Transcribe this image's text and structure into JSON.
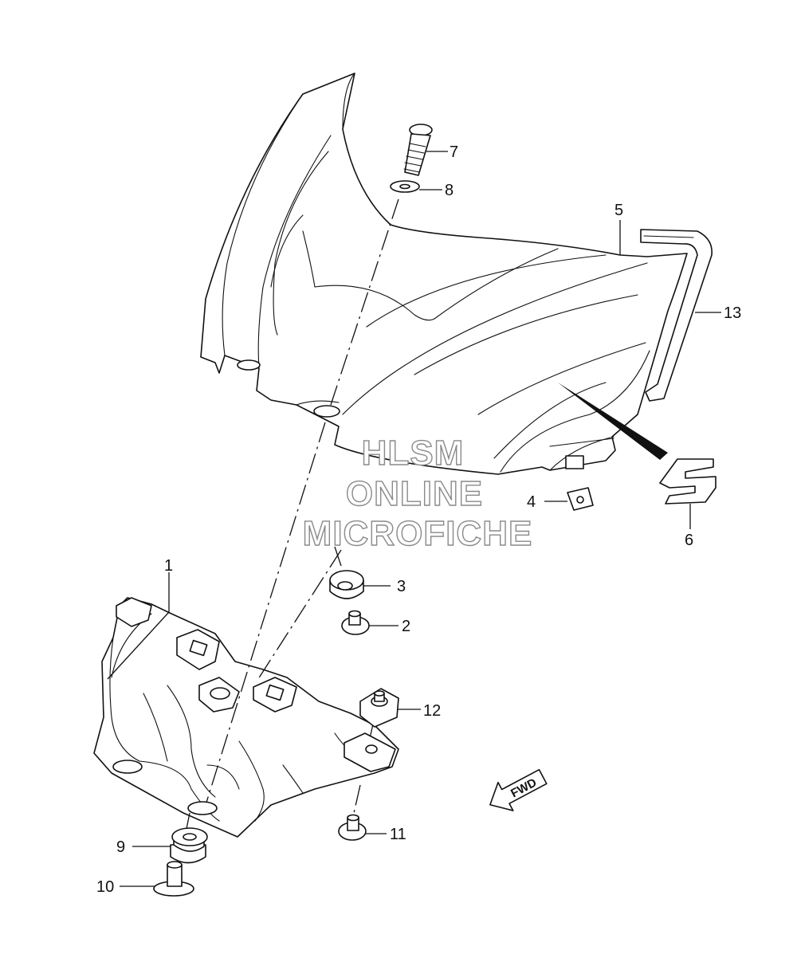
{
  "callouts": {
    "c1": "1",
    "c2": "2",
    "c3": "3",
    "c4": "4",
    "c5": "5",
    "c6": "6",
    "c7": "7",
    "c8": "8",
    "c9": "9",
    "c10": "10",
    "c11": "11",
    "c12": "12",
    "c13": "13"
  },
  "watermark": {
    "line1": "HLSM",
    "line2": "ONLINE",
    "line3": "MICROFICHE"
  },
  "direction_arrow": {
    "label": "FWD"
  },
  "colors": {
    "line": "#111111",
    "watermark_outline": "#8a8a8a",
    "background": "#ffffff"
  }
}
